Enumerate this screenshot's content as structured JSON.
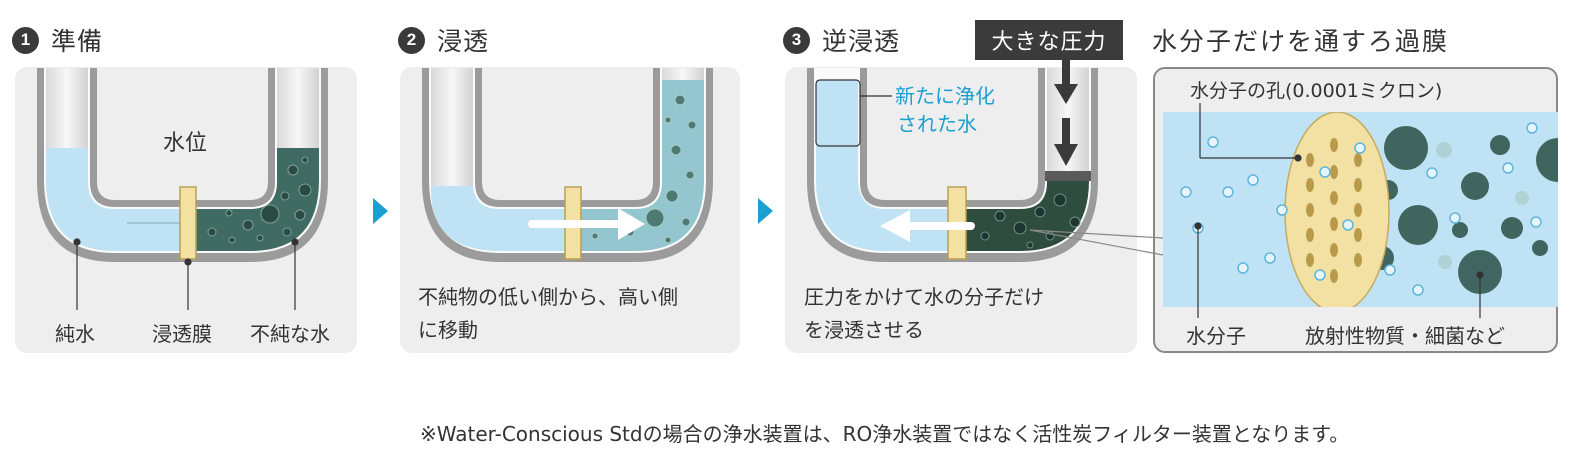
{
  "steps": [
    {
      "number": "1",
      "title": "準備"
    },
    {
      "number": "2",
      "title": "浸透"
    },
    {
      "number": "3",
      "title": "逆浸透"
    }
  ],
  "panel1": {
    "water_level_label": "水位",
    "labels": {
      "pure_water": "純水",
      "membrane": "浸透膜",
      "impure_water": "不純な水"
    }
  },
  "panel2": {
    "caption_line1": "不純物の低い側から、高い側",
    "caption_line2": "に移動"
  },
  "panel3": {
    "pressure_label": "大きな圧力",
    "purified_line1": "新たに浄化",
    "purified_line2": "された水",
    "caption_line1": "圧力をかけて水の分子だけ",
    "caption_line2": "を浸透させる"
  },
  "filter": {
    "title": "水分子だけを通すろ過膜",
    "pore_label": "水分子の孔(0.0001ミクロン)",
    "water_molecule_label": "水分子",
    "contaminant_label": "放射性物質・細菌など"
  },
  "footnote": "※Water-Conscious Stdの場合の浄水装置は、RO浄水装置ではなく活性炭フィルター装置となります。",
  "colors": {
    "step_arrow": "#1a9fd2",
    "pure_water": "#bfe3f4",
    "dirty_water": "#3f6b63",
    "mixed_water": "#93c6cf",
    "membrane": "#f3e0a3",
    "accent_text": "#1a9fd2"
  }
}
